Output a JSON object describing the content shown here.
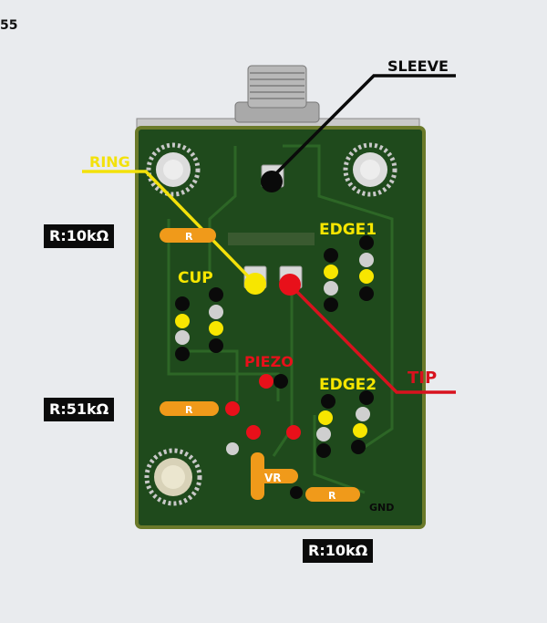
{
  "corner_text": "55",
  "labels": {
    "sleeve": "SLEEVE",
    "ring": "RING",
    "tip": "TIP",
    "cup": "CUP",
    "edge1": "EDGE1",
    "edge2": "EDGE2",
    "piezo": "PIEZO",
    "vr": "VR",
    "gnd": "GND"
  },
  "tags": {
    "r_top": "R:10kΩ",
    "r_mid": "R:51kΩ",
    "r_bottom": "R:10kΩ"
  },
  "resistor_mark": "R",
  "colors": {
    "pcb": "#1f4a1c",
    "pcb_edge": "#6b7a2a",
    "black_dot": "#0a0a0a",
    "yellow_dot": "#f7e600",
    "red_dot": "#e8101a",
    "orange": "#f09a1a",
    "ring_line": "#f3e10b",
    "tip_line": "#d8121e",
    "sleeve_line": "#0a0a0a"
  }
}
